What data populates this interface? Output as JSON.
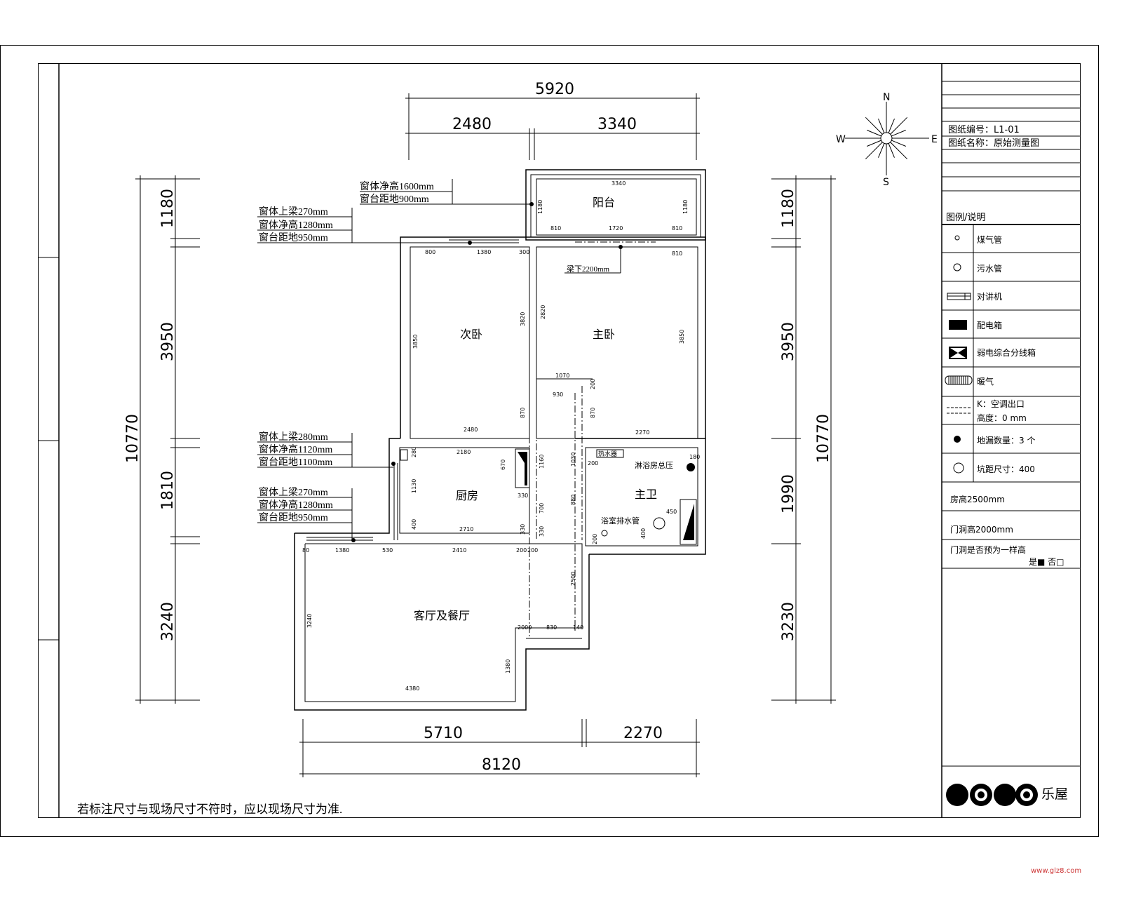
{
  "title_block": {
    "drawing_number": "图纸编号：L1-01",
    "drawing_name": "图纸名称：原始测量图",
    "legend_title": "图例/说明",
    "legend": [
      {
        "icon": "gas-pipe-icon",
        "label": "煤气管"
      },
      {
        "icon": "sewage-pipe-icon",
        "label": "污水管"
      },
      {
        "icon": "intercom-icon",
        "label": "对讲机"
      },
      {
        "icon": "distribution-box-icon",
        "label": "配电箱"
      },
      {
        "icon": "weak-current-box-icon",
        "label": "弱电综合分线箱"
      },
      {
        "icon": "radiator-icon",
        "label": "暖气"
      },
      {
        "icon": "ac-outlet-icon",
        "label": "K：空调出口",
        "label2": "高度：0 mm"
      },
      {
        "icon": "floor-drain-icon",
        "label": "地漏数量：3 个"
      },
      {
        "icon": "toilet-pit-icon",
        "label": "坑距尺寸：400"
      }
    ],
    "room_height": "房高2500mm",
    "door_height": "门洞高2000mm",
    "door_question": "门洞是否预为一样高",
    "yes_no": "是■  否□",
    "logo_text": "乐屋"
  },
  "compass": {
    "n": "N",
    "s": "S",
    "e": "E",
    "w": "W"
  },
  "note": "若标注尺寸与现场尺寸不符时，应以现场尺寸为准.",
  "rooms": {
    "balcony": "阳台",
    "second_bedroom": "次卧",
    "master_bedroom": "主卧",
    "kitchen": "厨房",
    "master_bath": "主卫",
    "living_dining": "客厅及餐厅"
  },
  "dims": {
    "top_total": "5920",
    "top_a": "2480",
    "top_b": "3340",
    "left_total": "10770",
    "left": [
      "1180",
      "3950",
      "1810",
      "3240"
    ],
    "right_total": "10770",
    "right": [
      "1180",
      "3950",
      "1990",
      "3230"
    ],
    "bottom_a": "5710",
    "bottom_b": "2270",
    "bottom_total": "8120"
  },
  "window_notes": {
    "balcony": [
      "窗体净高1600mm",
      "窗台距地900mm"
    ],
    "bedroom": [
      "窗体上梁270mm",
      "窗体净高1280mm",
      "窗台距地950mm"
    ],
    "kitchen": [
      "窗体上梁280mm",
      "窗体净高1120mm",
      "窗台距地1100mm"
    ],
    "living": [
      "窗体上梁270mm",
      "窗体净高1280mm",
      "窗台距地950mm"
    ]
  },
  "beam_note": "梁下2200mm",
  "bath_notes": {
    "heater": "热水器",
    "shower": "淋浴房总压",
    "drain": "浴室排水管"
  },
  "small_dims": [
    "3340",
    "1180",
    "1180",
    "810",
    "1720",
    "810",
    "800",
    "1380",
    "300",
    "810",
    "3820",
    "2820",
    "3850",
    "3850",
    "1070",
    "930",
    "200",
    "870",
    "870",
    "2480",
    "2270",
    "2180",
    "280",
    "670",
    "1160",
    "1130",
    "330",
    "700",
    "400",
    "2710",
    "330",
    "330",
    "80",
    "1380",
    "530",
    "2410",
    "200",
    "200",
    "1030",
    "200",
    "880",
    "450",
    "400",
    "200",
    "180",
    "2500",
    "3240",
    "2000",
    "830",
    "140",
    "1380",
    "4380"
  ],
  "watermark": "www.glz8.com"
}
